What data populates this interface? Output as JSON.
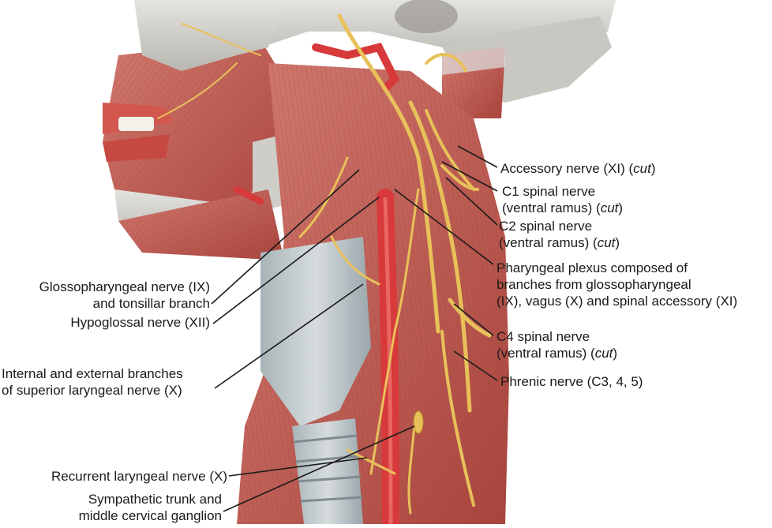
{
  "labels": {
    "accessory": {
      "text": "Accessory nerve (XI) ",
      "cut": "cut"
    },
    "c1": {
      "line1": "C1 spinal nerve",
      "line2": "(ventral ramus) ",
      "cut": "cut"
    },
    "c2": {
      "line1": "C2 spinal nerve",
      "line2": "(ventral ramus) ",
      "cut": "cut"
    },
    "pharyngeal": {
      "line1": "Pharyngeal plexus composed of",
      "line2": "branches from glossopharyngeal",
      "line3": "(IX), vagus (X) and spinal accessory (XI)"
    },
    "c4": {
      "line1": "C4 spinal nerve",
      "line2": "(ventral ramus) ",
      "cut": "cut"
    },
    "phrenic": {
      "text": "Phrenic nerve (C3, 4, 5)"
    },
    "glossopharyngeal": {
      "line1": "Glossopharyngeal nerve (IX)",
      "line2": "and tonsillar branch"
    },
    "hypoglossal": {
      "text": "Hypoglossal nerve (XII)"
    },
    "laryngeal": {
      "line1": "Internal and external branches",
      "line2": "of superior laryngeal nerve (X)"
    },
    "recurrent": {
      "text": "Recurrent laryngeal nerve (X)"
    },
    "sympathetic": {
      "line1": "Sympathetic trunk and",
      "line2": "middle cervical ganglion"
    }
  },
  "colors": {
    "muscle": "#c8675e",
    "muscle_dark": "#a8443c",
    "artery": "#d8393a",
    "nerve": "#e8c15a",
    "bone": "#d9d8d3",
    "cartilage": "#b9c4c8",
    "skin": "#e6a48f",
    "leader": "#1a1a1a"
  }
}
